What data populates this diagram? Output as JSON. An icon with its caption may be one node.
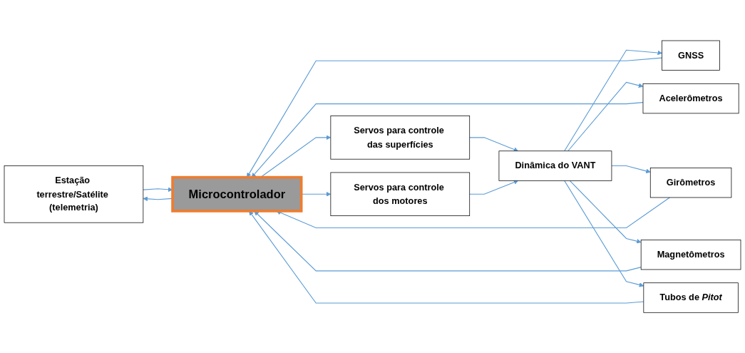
{
  "diagram": {
    "nodes": [
      {
        "text": [
          "Estação terrestre/Satélite (telemetria)"
        ]
      },
      {
        "text": [
          "Dinâmica do VANT"
        ]
      },
      {
        "text": [
          "GNSS"
        ]
      },
      {
        "text": [
          "Acelerômetros"
        ]
      },
      {
        "text": [
          "Girômetros"
        ]
      },
      {
        "text": [
          "Magnetômetros"
        ]
      },
      {
        "text": [
          "Tubos de *Pitot*"
        ]
      },
      {
        "text": [
          "Microcontrolador"
        ]
      },
      {
        "text": [
          "Servos para controle das superfícies"
        ]
      },
      {
        "text": [
          "Servos para controle dos motores"
        ]
      }
    ],
    "edges": [
      {
        "from": 1,
        "to": 2,
        "arrow": "to"
      },
      {
        "from": 1,
        "to": 3,
        "arrow": "to"
      },
      {
        "from": 1,
        "to": 4,
        "arrow": "to"
      },
      {
        "from": 1,
        "to": 5,
        "arrow": "to"
      },
      {
        "from": 1,
        "to": 6,
        "arrow": "to"
      },
      {
        "from": 2,
        "to": 7,
        "arrow": "to"
      },
      {
        "from": 3,
        "to": 7,
        "arrow": "to"
      },
      {
        "from": 4,
        "to": 7,
        "arrow": "to"
      },
      {
        "from": 5,
        "to": 7,
        "arrow": "to"
      },
      {
        "from": 6,
        "to": 7,
        "arrow": "to"
      },
      {
        "from": 7,
        "to": 0,
        "arrow": "to"
      },
      {
        "from": 0,
        "to": 7,
        "arrow": "to"
      },
      {
        "from": 7,
        "to": 8,
        "arrow": "to"
      },
      {
        "from": 7,
        "to": 9,
        "arrow": "to"
      },
      {
        "from": 8,
        "to": 1,
        "arrow": "to"
      },
      {
        "from": 9,
        "to": 1,
        "arrow": "to"
      }
    ]
  }
}
